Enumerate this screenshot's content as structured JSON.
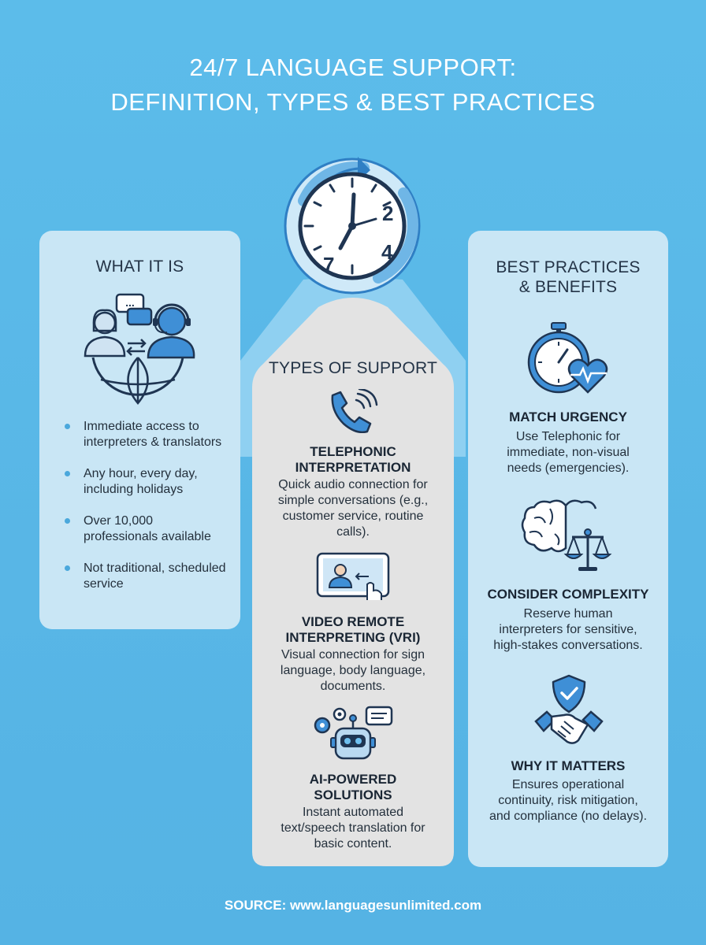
{
  "title": {
    "line1": "24/7 LANGUAGE SUPPORT:",
    "line2": "DEFINITION, TYPES & BEST PRACTICES"
  },
  "clock": {
    "numbers": [
      "2",
      "4",
      "7"
    ]
  },
  "left": {
    "heading": "WHAT IT IS",
    "bullets": [
      "Immediate access to interpreters & translators",
      "Any hour, every day, including holidays",
      "Over 10,000 professionals available",
      "Not traditional, scheduled service"
    ],
    "bubble_text": "..."
  },
  "middle": {
    "heading": "TYPES OF SUPPORT",
    "items": [
      {
        "title_l1": "TELEPHONIC",
        "title_l2": "INTERPRETATION",
        "desc": [
          "Quick audio connection for",
          "simple conversations (e.g.,",
          "customer service, routine",
          "calls)."
        ]
      },
      {
        "title_l1": "VIDEO REMOTE",
        "title_l2": "INTERPRETING (VRI)",
        "desc": [
          "Visual connection for sign",
          "language, body language,",
          "documents."
        ]
      },
      {
        "title_l1": "AI-POWERED",
        "title_l2": "SOLUTIONS",
        "desc": [
          "Instant automated",
          "text/speech translation for",
          "basic content."
        ]
      }
    ]
  },
  "right": {
    "heading_l1": "BEST PRACTICES",
    "heading_l2": "& BENEFITS",
    "items": [
      {
        "title": "MATCH URGENCY",
        "desc": [
          "Use Telephonic for",
          "immediate, non-visual",
          "needs (emergencies)."
        ]
      },
      {
        "title": "CONSIDER COMPLEXITY",
        "desc": [
          "Reserve human",
          "interpreters for sensitive,",
          "high-stakes conversations."
        ]
      },
      {
        "title": "WHY IT MATTERS",
        "desc": [
          "Ensures operational",
          "continuity, risk mitigation,",
          "and compliance (no delays)."
        ]
      }
    ]
  },
  "source": "SOURCE: www.languagesunlimited.com",
  "colors": {
    "background": "#5cbcea",
    "panel_side": "#c9e6f5",
    "panel_mid": "#e3e3e3",
    "accent": "#3f8fd6",
    "icon_dark": "#1f3552"
  }
}
